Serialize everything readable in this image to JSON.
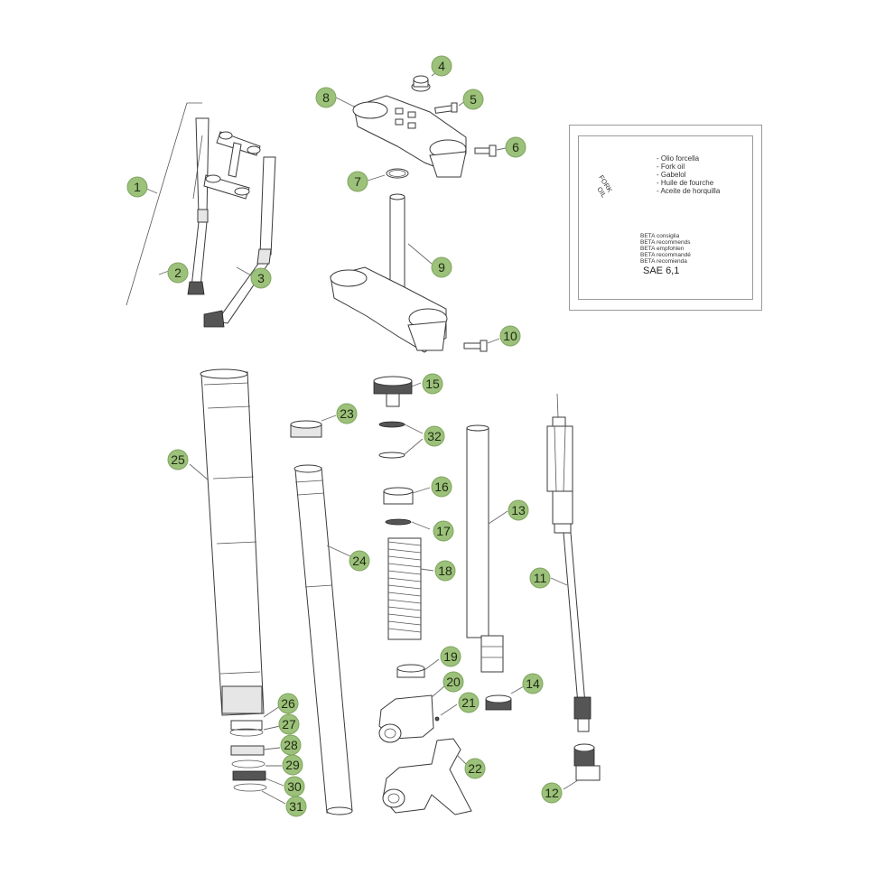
{
  "callouts": [
    "1",
    "2",
    "3",
    "4",
    "5",
    "6",
    "7",
    "8",
    "9",
    "10",
    "11",
    "12",
    "13",
    "14",
    "15",
    "16",
    "17",
    "18",
    "19",
    "20",
    "21",
    "22",
    "23",
    "24",
    "25",
    "26",
    "27",
    "28",
    "29",
    "30",
    "31",
    "32"
  ],
  "oil_box": {
    "can_label": [
      "FORK",
      "OIL"
    ],
    "names": [
      "- Olio forcella",
      "- Fork oil",
      "- Gabelol",
      "- Huile de fourche",
      "- Aceite de horquilla"
    ],
    "recommend": [
      "BETA consiglia",
      "BETA recommends",
      "BETA empfohlen",
      "BETA recommandé",
      "BETA recomienda"
    ],
    "grade": "SAE 6,1"
  },
  "colors": {
    "callout_fill": "#9cc17a",
    "line": "#3a3a3a"
  }
}
